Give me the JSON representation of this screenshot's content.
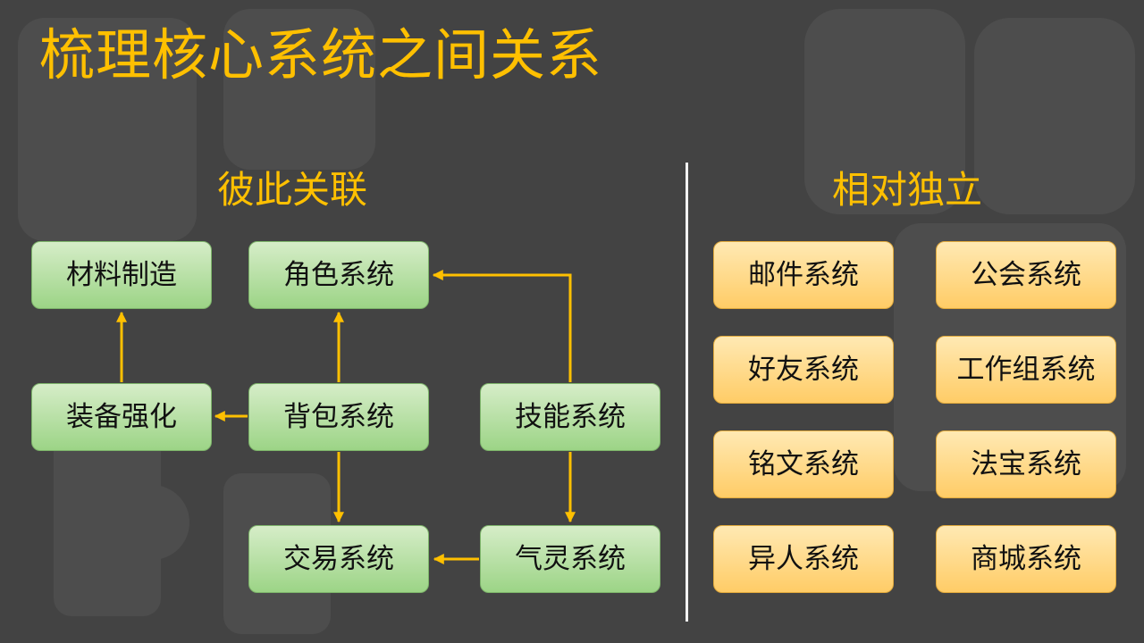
{
  "title": "梳理核心系统之间关系",
  "left_section": {
    "heading": "彼此关联",
    "nodes": {
      "material": "材料制造",
      "role": "角色系统",
      "equip": "装备强化",
      "bag": "背包系统",
      "skill": "技能系统",
      "trade": "交易系统",
      "spirit": "气灵系统"
    }
  },
  "right_section": {
    "heading": "相对独立",
    "items": [
      "邮件系统",
      "公会系统",
      "好友系统",
      "工作组系统",
      "铭文系统",
      "法宝系统",
      "异人系统",
      "商城系统"
    ]
  },
  "colors": {
    "background": "#434343",
    "accent": "#FFC000",
    "arrow": "#FFC000",
    "green_node": "#A9D18E",
    "orange_node": "#FFD966",
    "divider": "#F2F2F2"
  }
}
